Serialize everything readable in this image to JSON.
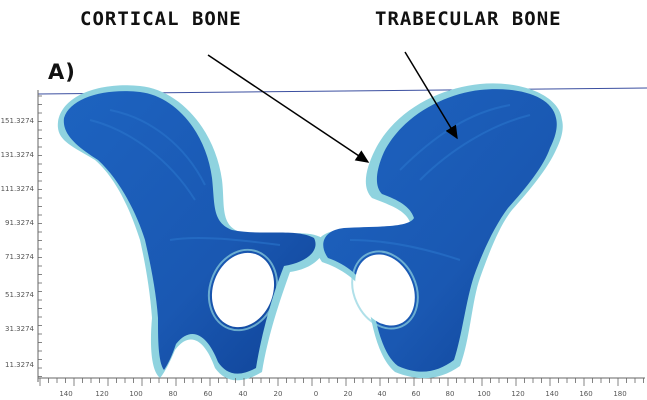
{
  "labels": {
    "cortical": "CORTICAL BONE",
    "trabecular": "TRABECULAR BONE",
    "panel": "A)"
  },
  "axes": {
    "y_ticks": [
      "151.3274",
      "131.3274",
      "111.3274",
      "91.3274",
      "71.3274",
      "51.3274",
      "31.3274",
      "11.3274"
    ],
    "x_ticks": [
      "140",
      "120",
      "100",
      "80",
      "60",
      "40",
      "20",
      "0",
      "20",
      "40",
      "60",
      "80",
      "100",
      "120",
      "140",
      "160",
      "180"
    ]
  },
  "colors": {
    "cortical": "#8fd3df",
    "trabecular": "#1a5bb5",
    "trabecular_dark": "#0f3f8e",
    "axis": "#3b4fa0",
    "arrow": "#000000"
  }
}
